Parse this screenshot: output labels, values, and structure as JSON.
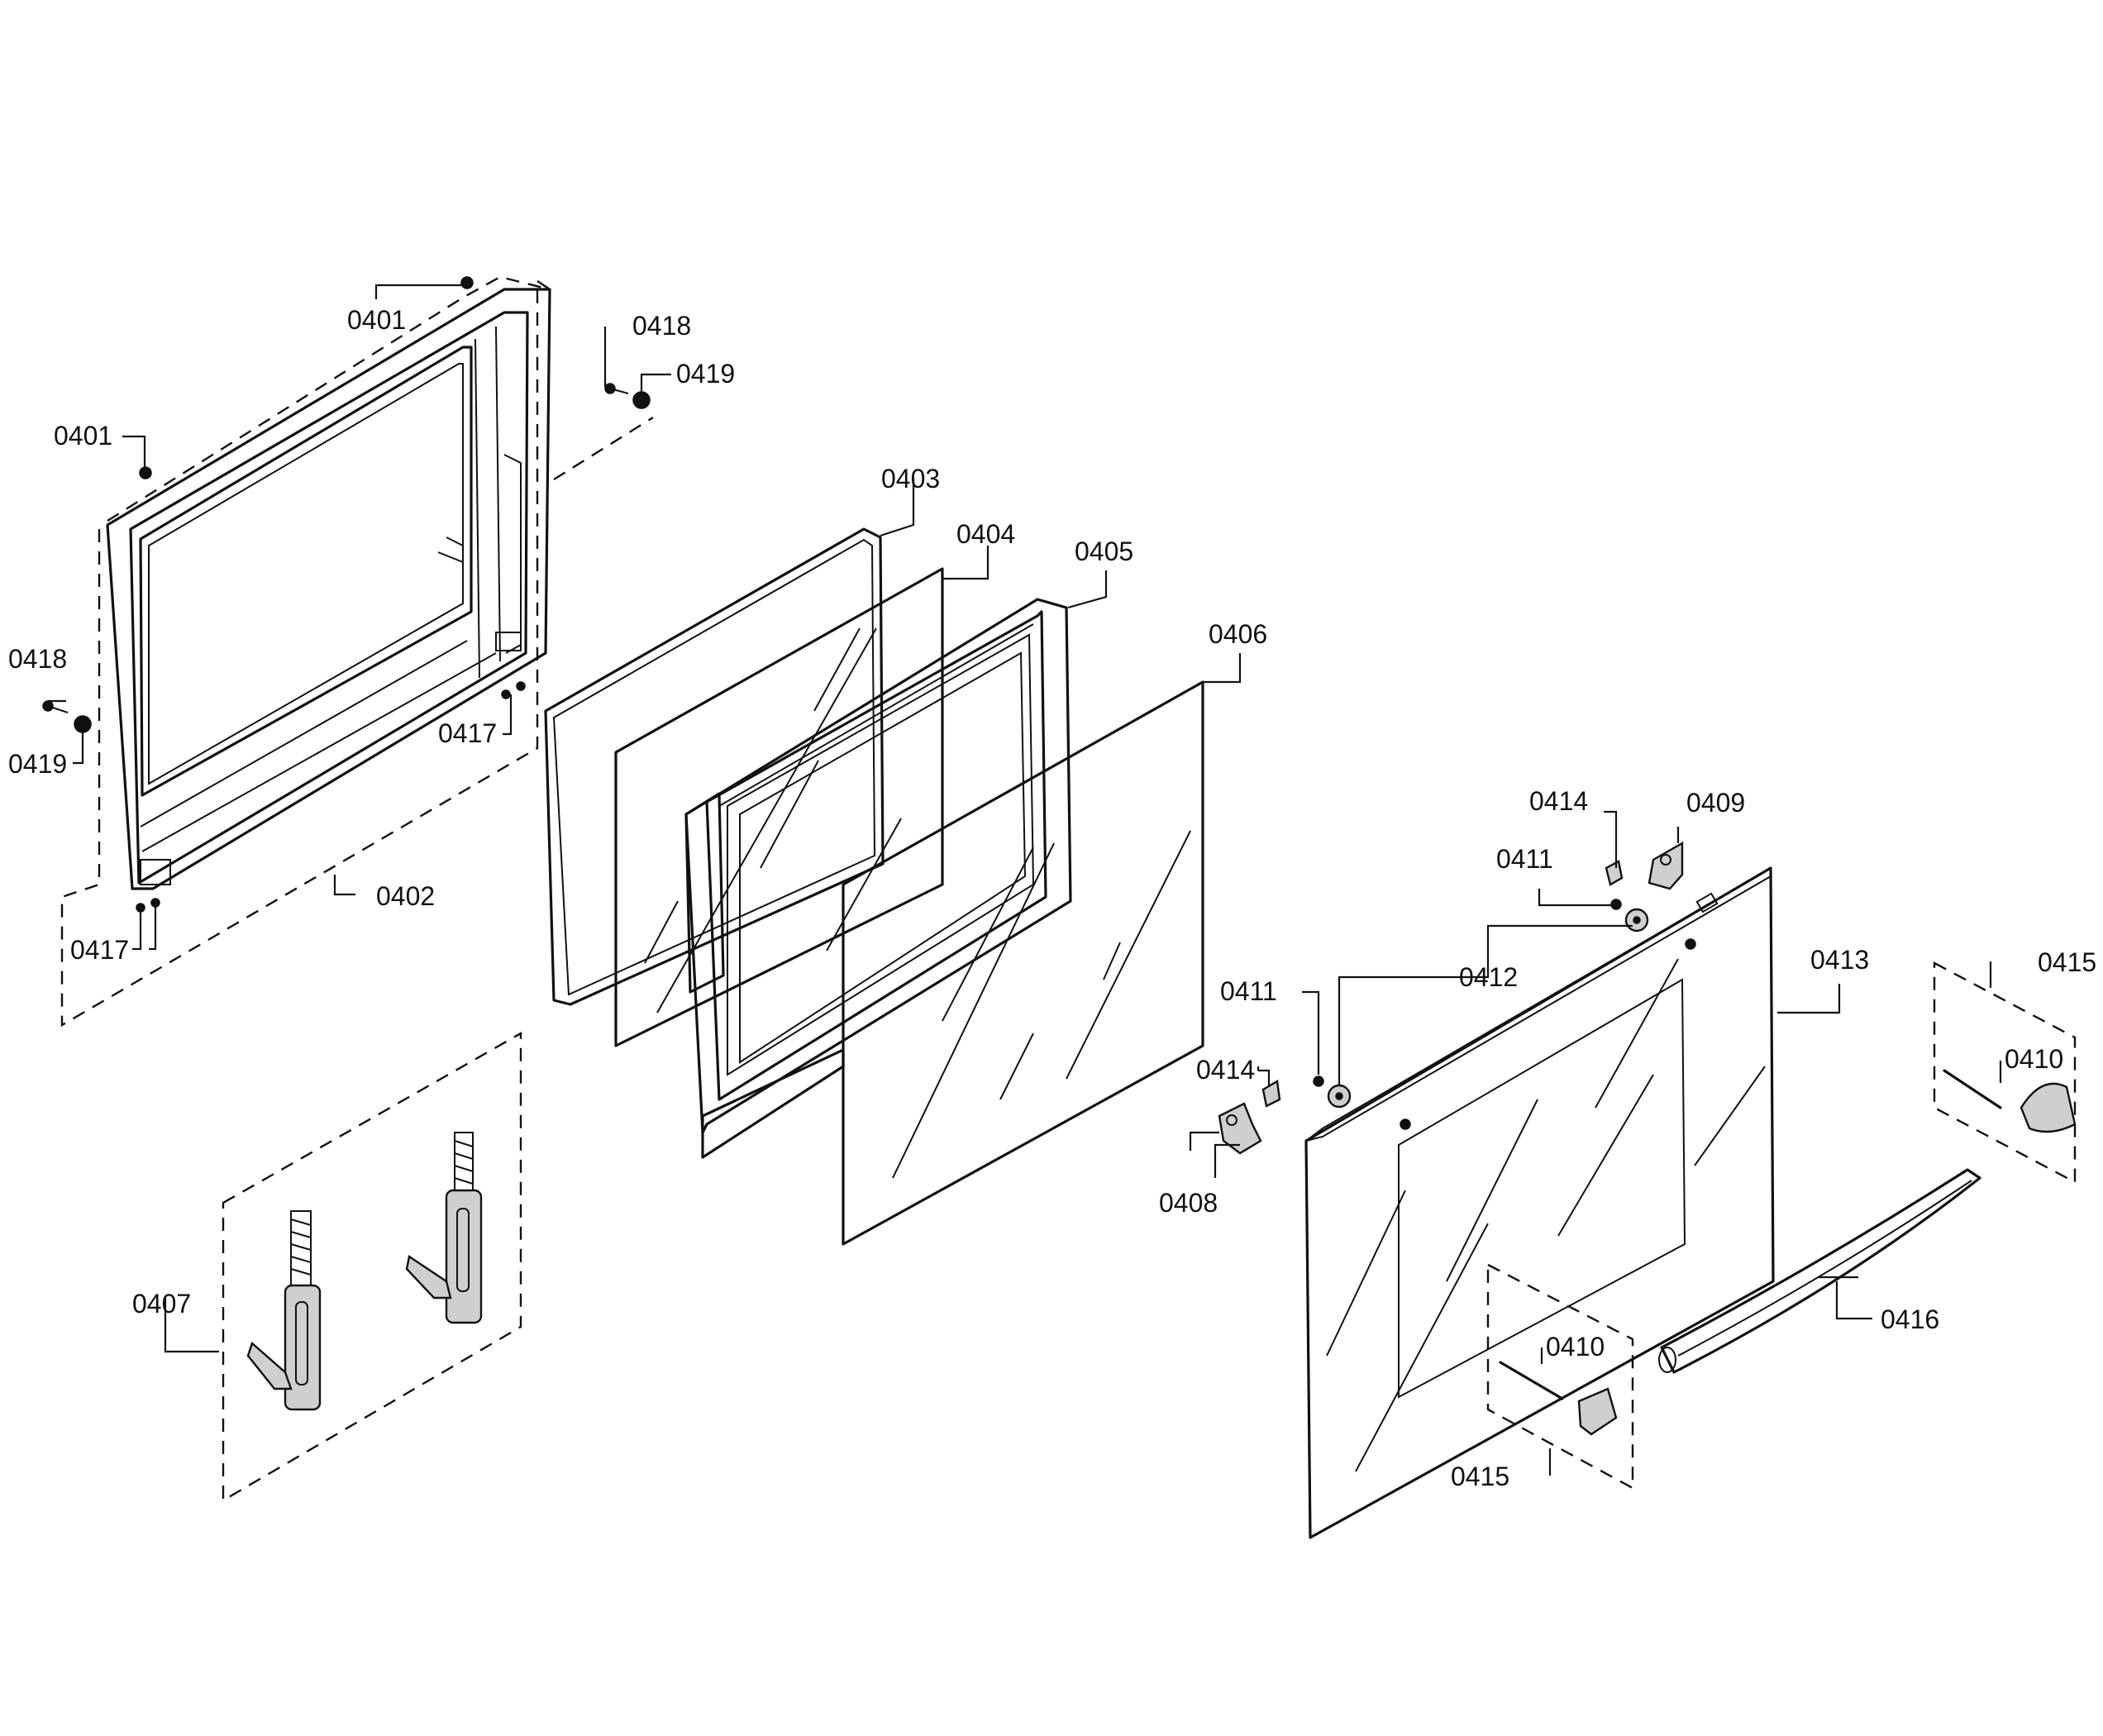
{
  "callouts": {
    "c0401a": "0401",
    "c0401b": "0401",
    "c0402": "0402",
    "c0403": "0403",
    "c0404": "0404",
    "c0405": "0405",
    "c0406": "0406",
    "c0407": "0407",
    "c0408": "0408",
    "c0409": "0409",
    "c0410a": "0410",
    "c0410b": "0410",
    "c0411a": "0411",
    "c0411b": "0411",
    "c0412": "0412",
    "c0413": "0413",
    "c0414a": "0414",
    "c0414b": "0414",
    "c0415a": "0415",
    "c0415b": "0415",
    "c0416": "0416",
    "c0417a": "0417",
    "c0417b": "0417",
    "c0418a": "0418",
    "c0418b": "0418",
    "c0419a": "0419",
    "c0419b": "0419"
  }
}
